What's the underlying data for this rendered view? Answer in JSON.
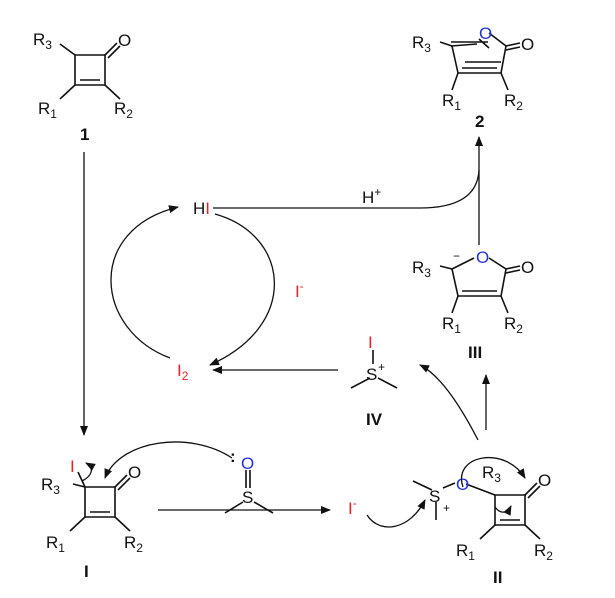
{
  "compound_1": {
    "r3": "R",
    "r3_sub": "3",
    "o": "O",
    "r1": "R",
    "r1_sub": "1",
    "r2": "R",
    "r2_sub": "2",
    "label": "1"
  },
  "compound_2": {
    "r3": "R",
    "r3_sub": "3",
    "o_ring": "O",
    "o_carbonyl": "O",
    "r1": "R",
    "r1_sub": "1",
    "r2": "R",
    "r2_sub": "2",
    "label": "2"
  },
  "compound_III": {
    "r3": "R",
    "r3_sub": "3",
    "minus": "−",
    "o_ring": "O",
    "o_carbonyl": "O",
    "r1": "R",
    "r1_sub": "1",
    "r2": "R",
    "r2_sub": "2",
    "label": "III"
  },
  "compound_IV": {
    "i": "I",
    "s": "S",
    "plus": "+",
    "label": "IV"
  },
  "compound_I": {
    "i": "I",
    "r3": "R",
    "r3_sub": "3",
    "o": "O",
    "r1": "R",
    "r1_sub": "1",
    "r2": "R",
    "r2_sub": "2",
    "label": "I"
  },
  "compound_II": {
    "s": "S",
    "plus": "+",
    "o_link": "O",
    "r3": "R",
    "r3_sub": "3",
    "o": "O",
    "r1": "R",
    "r1_sub": "1",
    "r2": "R",
    "r2_sub": "2",
    "label": "II"
  },
  "dmso": {
    "dots": ":",
    "o": "O",
    "s": "S"
  },
  "cycle": {
    "hi_h": "H",
    "hi_i": "I",
    "iodide": "I",
    "iodide_charge": "-",
    "i2": "I",
    "i2_sub": "2"
  },
  "proton": {
    "h": "H",
    "plus": "+"
  },
  "iodide_attack": {
    "i": "I",
    "charge": "-"
  },
  "colors": {
    "iodine": "#e8202a",
    "oxygen": "#2233dd",
    "ink": "#111111"
  }
}
